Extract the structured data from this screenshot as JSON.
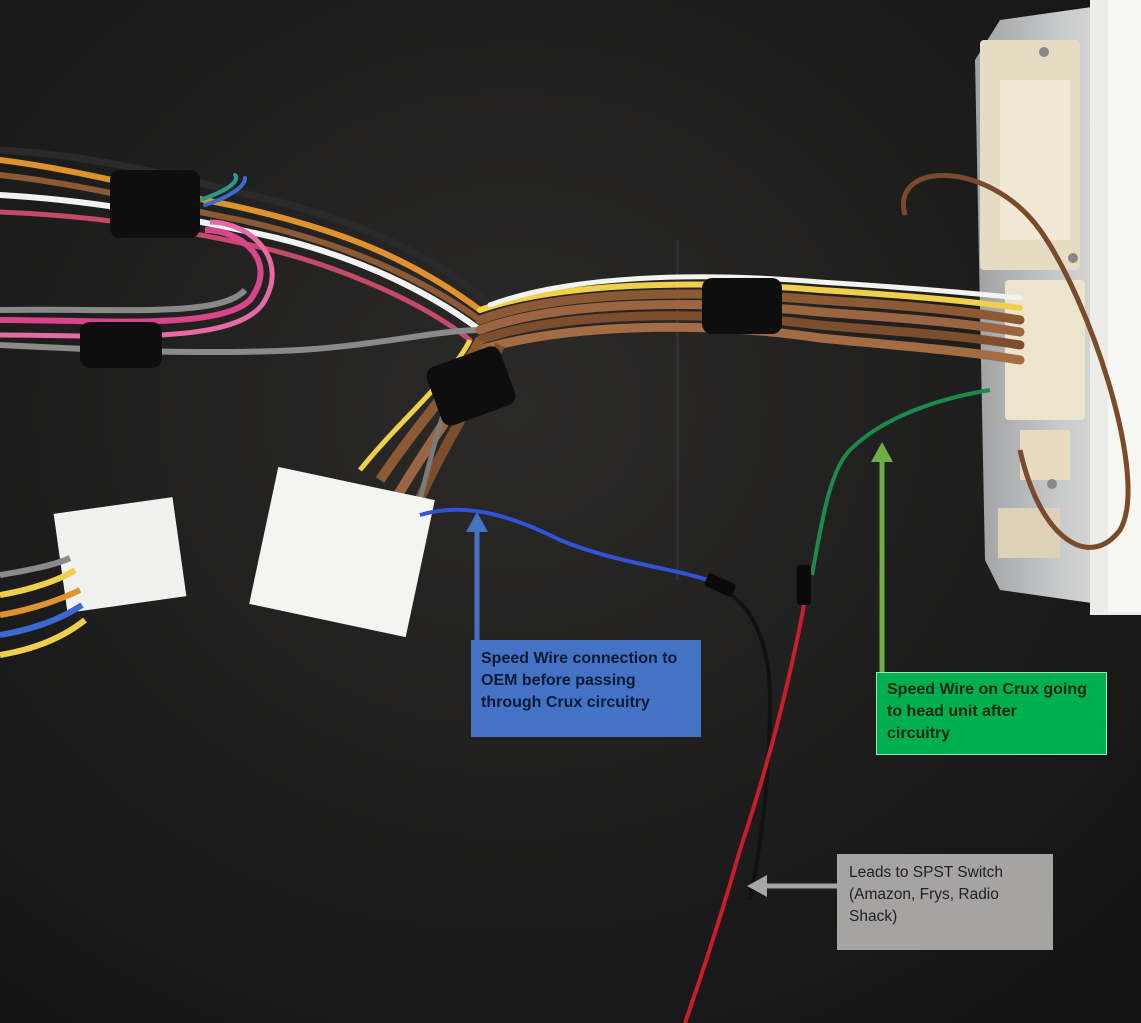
{
  "callouts": {
    "blue": {
      "lines": [
        "Speed Wire connection to",
        "OEM before passing",
        "through Crux  circuitry"
      ],
      "color": "#4472c4"
    },
    "green": {
      "lines": [
        "Speed Wire on Crux going",
        "to head unit after",
        "circuitry"
      ],
      "color": "#00b050"
    },
    "gray": {
      "lines": [
        "Leads to SPST Switch",
        "(Amazon,  Frys, Radio",
        "Shack)"
      ],
      "color": "#a6a3a3"
    }
  },
  "arrows": {
    "blue": "#4472c4",
    "green": "#70ad47",
    "gray": "#a6a6a6"
  }
}
